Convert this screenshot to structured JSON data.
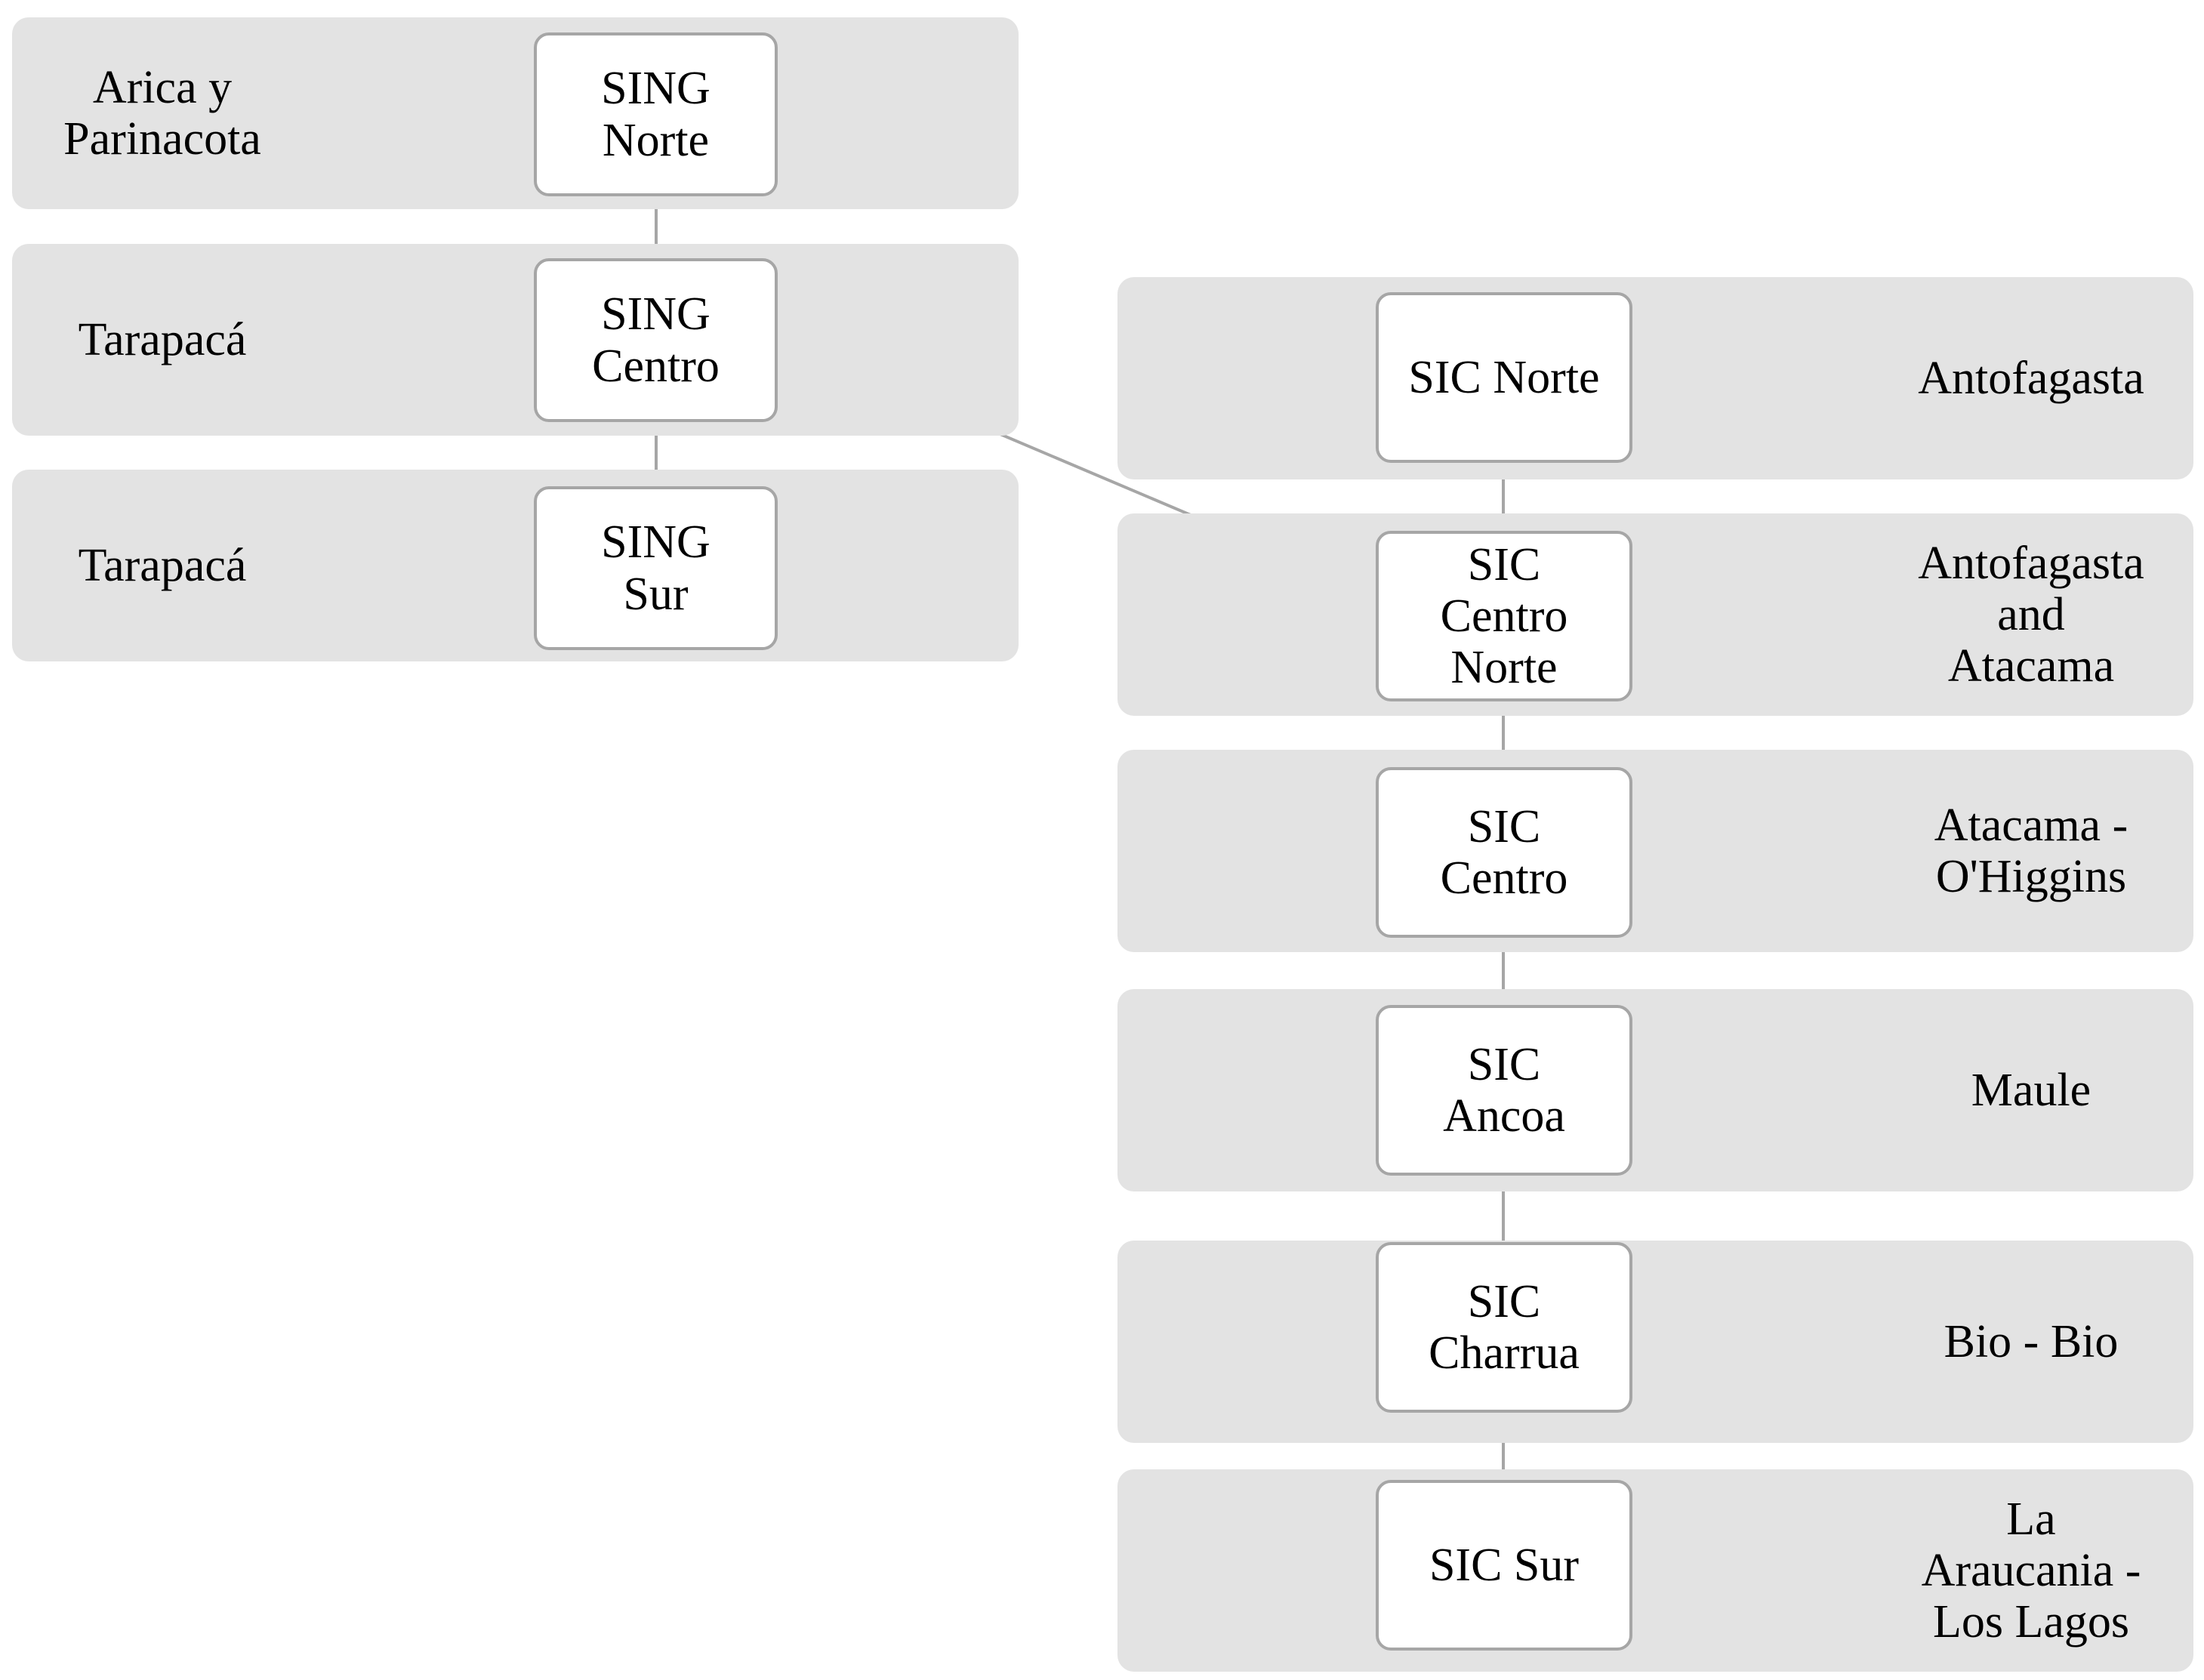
{
  "sing": {
    "rows": [
      {
        "node": "SING\nNorte",
        "region": "Arica y\nParinacota"
      },
      {
        "node": "SING\nCentro",
        "region": "Tarapacá"
      },
      {
        "node": "SING\nSur",
        "region": "Tarapacá"
      }
    ]
  },
  "sic": {
    "rows": [
      {
        "node": "SIC Norte",
        "region": "Antofagasta"
      },
      {
        "node": "SIC\nCentro\nNorte",
        "region": "Antofagasta\nand\nAtacama"
      },
      {
        "node": "SIC\nCentro",
        "region": "Atacama -\nO'Higgins"
      },
      {
        "node": "SIC\nAncoa",
        "region": "Maule"
      },
      {
        "node": "SIC\nCharrua",
        "region": "Bio - Bio"
      },
      {
        "node": "SIC Sur",
        "region": "La\nAraucania -\nLos Lagos"
      }
    ]
  },
  "colors": {
    "band": "#e3e3e3",
    "node_border": "#a6a6a6",
    "connector": "#a6a6a6",
    "node_fill": "#ffffff"
  }
}
